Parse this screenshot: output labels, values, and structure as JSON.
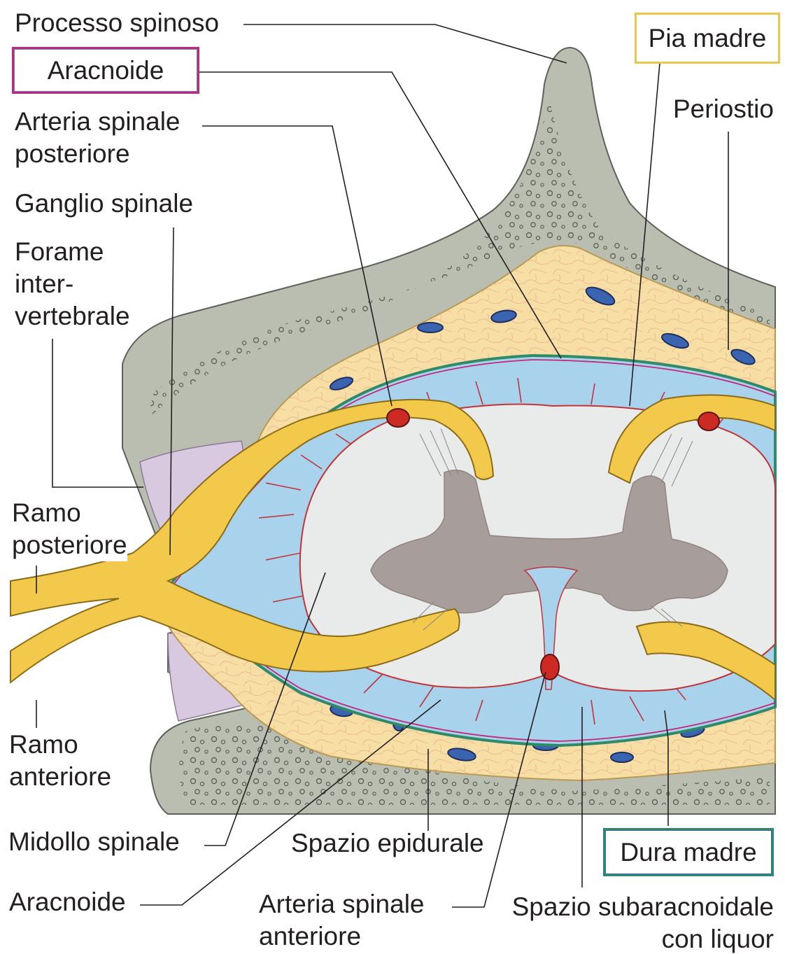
{
  "labels": {
    "processo_spinoso": "Processo spinoso",
    "aracnoide_top": "Aracnoide",
    "arteria_spinale_posteriore": [
      "Arteria spinale",
      "posteriore"
    ],
    "ganglio_spinale": "Ganglio spinale",
    "forame_intervertebrale": [
      "Forame",
      "inter-",
      "vertebrale"
    ],
    "ramo_posteriore": [
      "Ramo",
      "posteriore"
    ],
    "ramo_anteriore": [
      "Ramo",
      "anteriore"
    ],
    "midollo_spinale": "Midollo spinale",
    "aracnoide_bottom": "Aracnoide",
    "spazio_epidurale": "Spazio epidurale",
    "arteria_spinale_anteriore": [
      "Arteria spinale",
      "anteriore"
    ],
    "spazio_subaracnoidale": [
      "Spazio subaracnoidale",
      "con liquor"
    ],
    "pia_madre": "Pia madre",
    "periostio": "Periostio",
    "dura_madre": "Dura madre"
  },
  "colors": {
    "bone": "#b9beb1",
    "bone_outline": "#5d625a",
    "epidural_fat": "#f7dea4",
    "nerve": "#f3c94b",
    "csf": "#a9d2ec",
    "white_matter": "#e9eaea",
    "grey_matter": "#a79d9a",
    "vessel": "#cc2a22",
    "ligament": "#d8c8e0",
    "aracnoide_box": "#c02a78",
    "pia_madre_box": "#e7c84a",
    "dura_madre_box": "#2f8a6a",
    "leader": "#231f20"
  }
}
